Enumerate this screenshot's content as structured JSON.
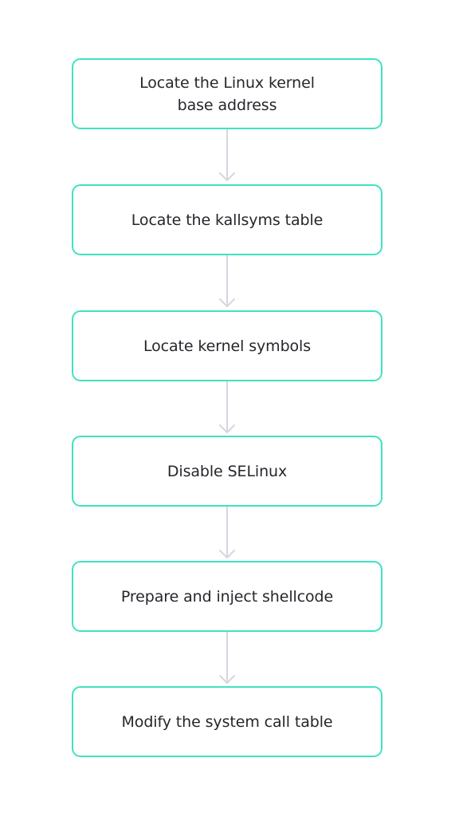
{
  "colors": {
    "box_border": "#3fe3c0",
    "box_fill": "#ffffff",
    "text": "#26262c",
    "arrow": "#d6d7de",
    "background": "#ffffff"
  },
  "steps": [
    {
      "label": "Locate the Linux kernel\nbase address"
    },
    {
      "label": "Locate the kallsyms table"
    },
    {
      "label": "Locate kernel symbols"
    },
    {
      "label": "Disable SELinux"
    },
    {
      "label": "Prepare and inject shellcode"
    },
    {
      "label": "Modify the system call table"
    }
  ],
  "connectors": [
    {
      "from": 0,
      "to": 1,
      "icon": "arrow-down-icon"
    },
    {
      "from": 1,
      "to": 2,
      "icon": "arrow-down-icon"
    },
    {
      "from": 2,
      "to": 3,
      "icon": "arrow-down-icon"
    },
    {
      "from": 3,
      "to": 4,
      "icon": "arrow-down-icon"
    },
    {
      "from": 4,
      "to": 5,
      "icon": "arrow-down-icon"
    }
  ]
}
